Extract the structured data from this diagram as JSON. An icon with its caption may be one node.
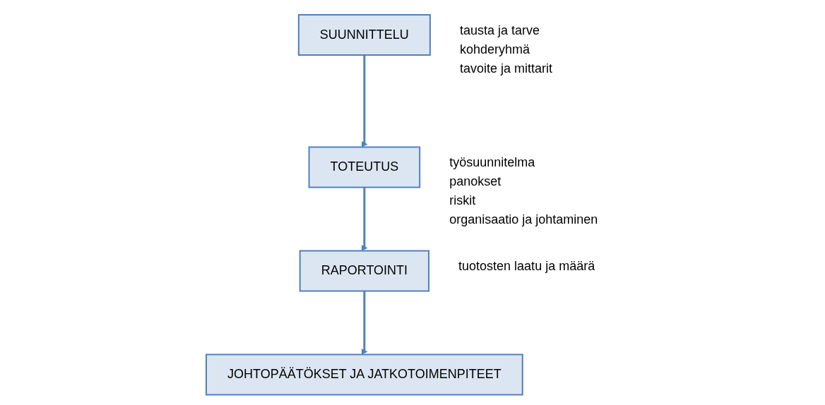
{
  "diagram": {
    "nodes": [
      {
        "text": [
          "SUUNNITTELU"
        ],
        "beside": [
          "tausta ja tarve",
          "kohderyhmä",
          "tavoite ja mittarit"
        ]
      },
      {
        "text": [
          "TOTEUTUS"
        ],
        "beside": [
          "työsuunnitelma",
          "panokset",
          "riskit",
          "organisaatio ja johtaminen"
        ]
      },
      {
        "text": [
          "RAPORTOINTI"
        ],
        "beside": [
          "tuotosten laatu ja määrä"
        ]
      },
      {
        "text": [
          "JOHTOPÄÄTÖKSET JA JATKOTOIMENPITEET"
        ]
      }
    ],
    "edges": [
      {
        "from": 0,
        "to": 1,
        "arrow": "to"
      },
      {
        "from": 1,
        "to": 2,
        "arrow": "to"
      },
      {
        "from": 2,
        "to": 3,
        "arrow": "to"
      }
    ]
  }
}
